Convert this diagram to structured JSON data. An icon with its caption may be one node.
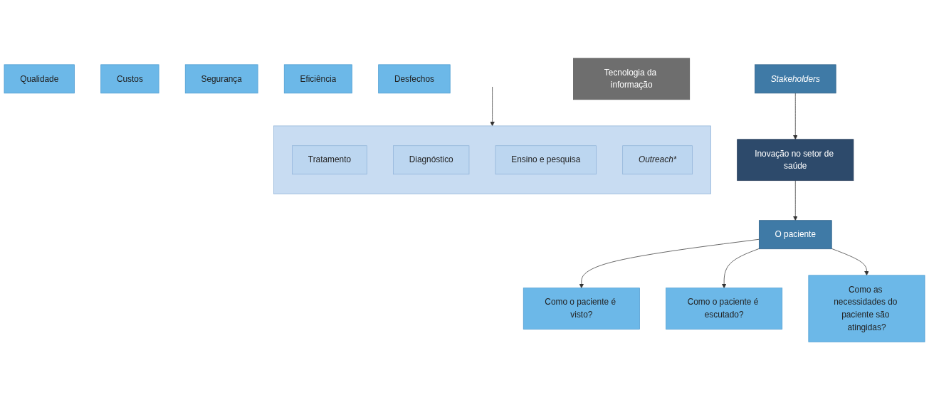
{
  "diagram": {
    "nodes": [
      {
        "text": [
          "Inovação no setor de saúde"
        ]
      },
      {
        "text": [
          "Qualidade"
        ]
      },
      {
        "text": [
          "Custos"
        ]
      },
      {
        "text": [
          "Segurança"
        ]
      },
      {
        "text": [
          "Eficiência"
        ]
      },
      {
        "text": [
          "Desfechos"
        ]
      },
      {
        "text": [
          "O paciente"
        ]
      },
      {
        "text": [
          "Como o paciente é visto?"
        ]
      },
      {
        "text": [
          "Como o paciente é escutado?"
        ]
      },
      {
        "text": [
          "Como as necessidades do paciente são atingidas?"
        ]
      },
      {
        "text": [],
        "shape": "box"
      },
      {
        "text": [
          "Tratamento"
        ],
        "in": 10
      },
      {
        "text": [
          "Diagnóstico"
        ],
        "in": 10
      },
      {
        "text": [
          "Ensino e pesquisa"
        ],
        "in": 10
      },
      {
        "text": [
          "Outreach*"
        ],
        "in": 10
      },
      {
        "text": [
          "Stakeholders"
        ]
      },
      {
        "text": [
          "Tecnologia da informação"
        ]
      }
    ],
    "edges": [
      {
        "from": 0,
        "to": 6,
        "arrow": "to"
      },
      {
        "from": 6,
        "to": 7,
        "arrow": "to"
      },
      {
        "from": 6,
        "to": 8,
        "arrow": "to"
      },
      {
        "from": 6,
        "to": 9,
        "arrow": "to"
      },
      {
        "from": 15,
        "to": 0,
        "arrow": "to"
      },
      {
        "from": null,
        "to": 10,
        "arrow": "to"
      }
    ]
  }
}
